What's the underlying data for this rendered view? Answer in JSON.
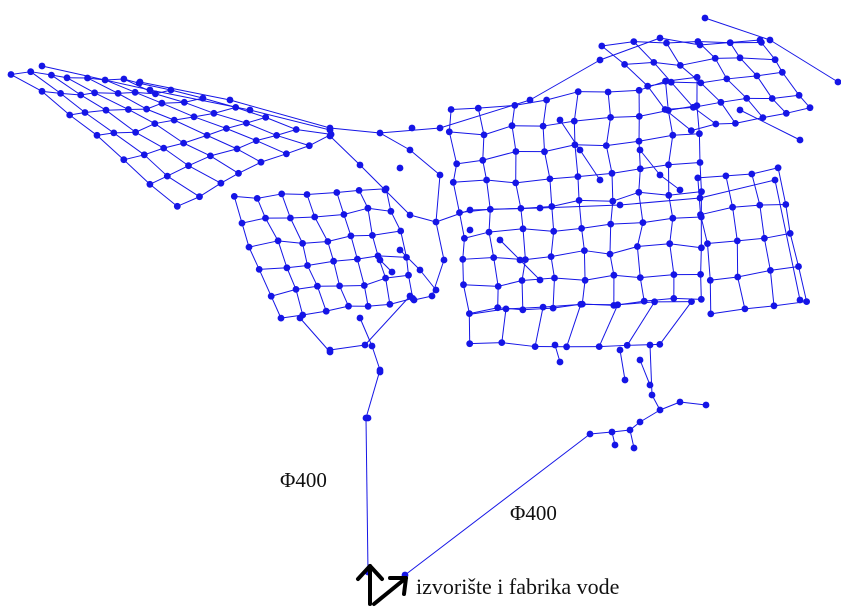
{
  "diagram": {
    "type": "water-distribution-network",
    "pipe_label_left": "Φ400",
    "pipe_label_right": "Φ400",
    "source_label": "izvorište i fabrika vode",
    "colors": {
      "network": "#1515e6",
      "arrows": "#000000",
      "text": "#111111"
    },
    "icons": [
      "source-arrow-up-icon",
      "source-arrow-upright-icon"
    ]
  }
}
